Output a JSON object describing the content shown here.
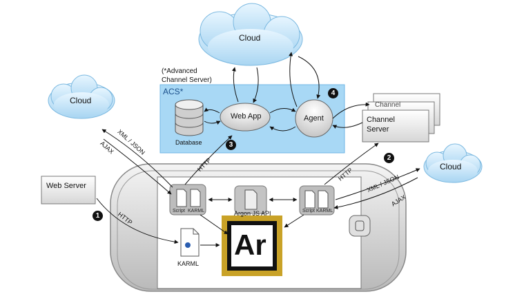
{
  "clouds": {
    "top": "Cloud",
    "left": "Cloud",
    "right": "Cloud"
  },
  "acs": {
    "note_line1": "(*Advanced",
    "note_line2": "Channel Server)",
    "title": "ACS*",
    "database": "Database",
    "web_app": "Web App",
    "agent": "Agent"
  },
  "channel_server": {
    "line1": "Channel",
    "line2": "Server",
    "back_line1": "Channel"
  },
  "web_server": "Web Server",
  "device": {
    "script_label": "Script",
    "karml_label": "KARML",
    "argon_api": "Argon JS API",
    "ar_logo": "Ar",
    "karml_doc": "KARML"
  },
  "edges": {
    "xml_json_left": "XML / JSON",
    "ajax_left": "AJAX",
    "http_web": "HTTP",
    "http_acs": "HTTP",
    "http_channel": "HTTP",
    "xml_json_right": "XML / JSON",
    "ajax_right": "AJAX"
  },
  "markers": [
    "1",
    "2",
    "3",
    "4"
  ],
  "colors": {
    "acs_panel": "#a8d8f5",
    "gold_frame": "#c9a227",
    "phone_body": "#d4d4d4"
  }
}
